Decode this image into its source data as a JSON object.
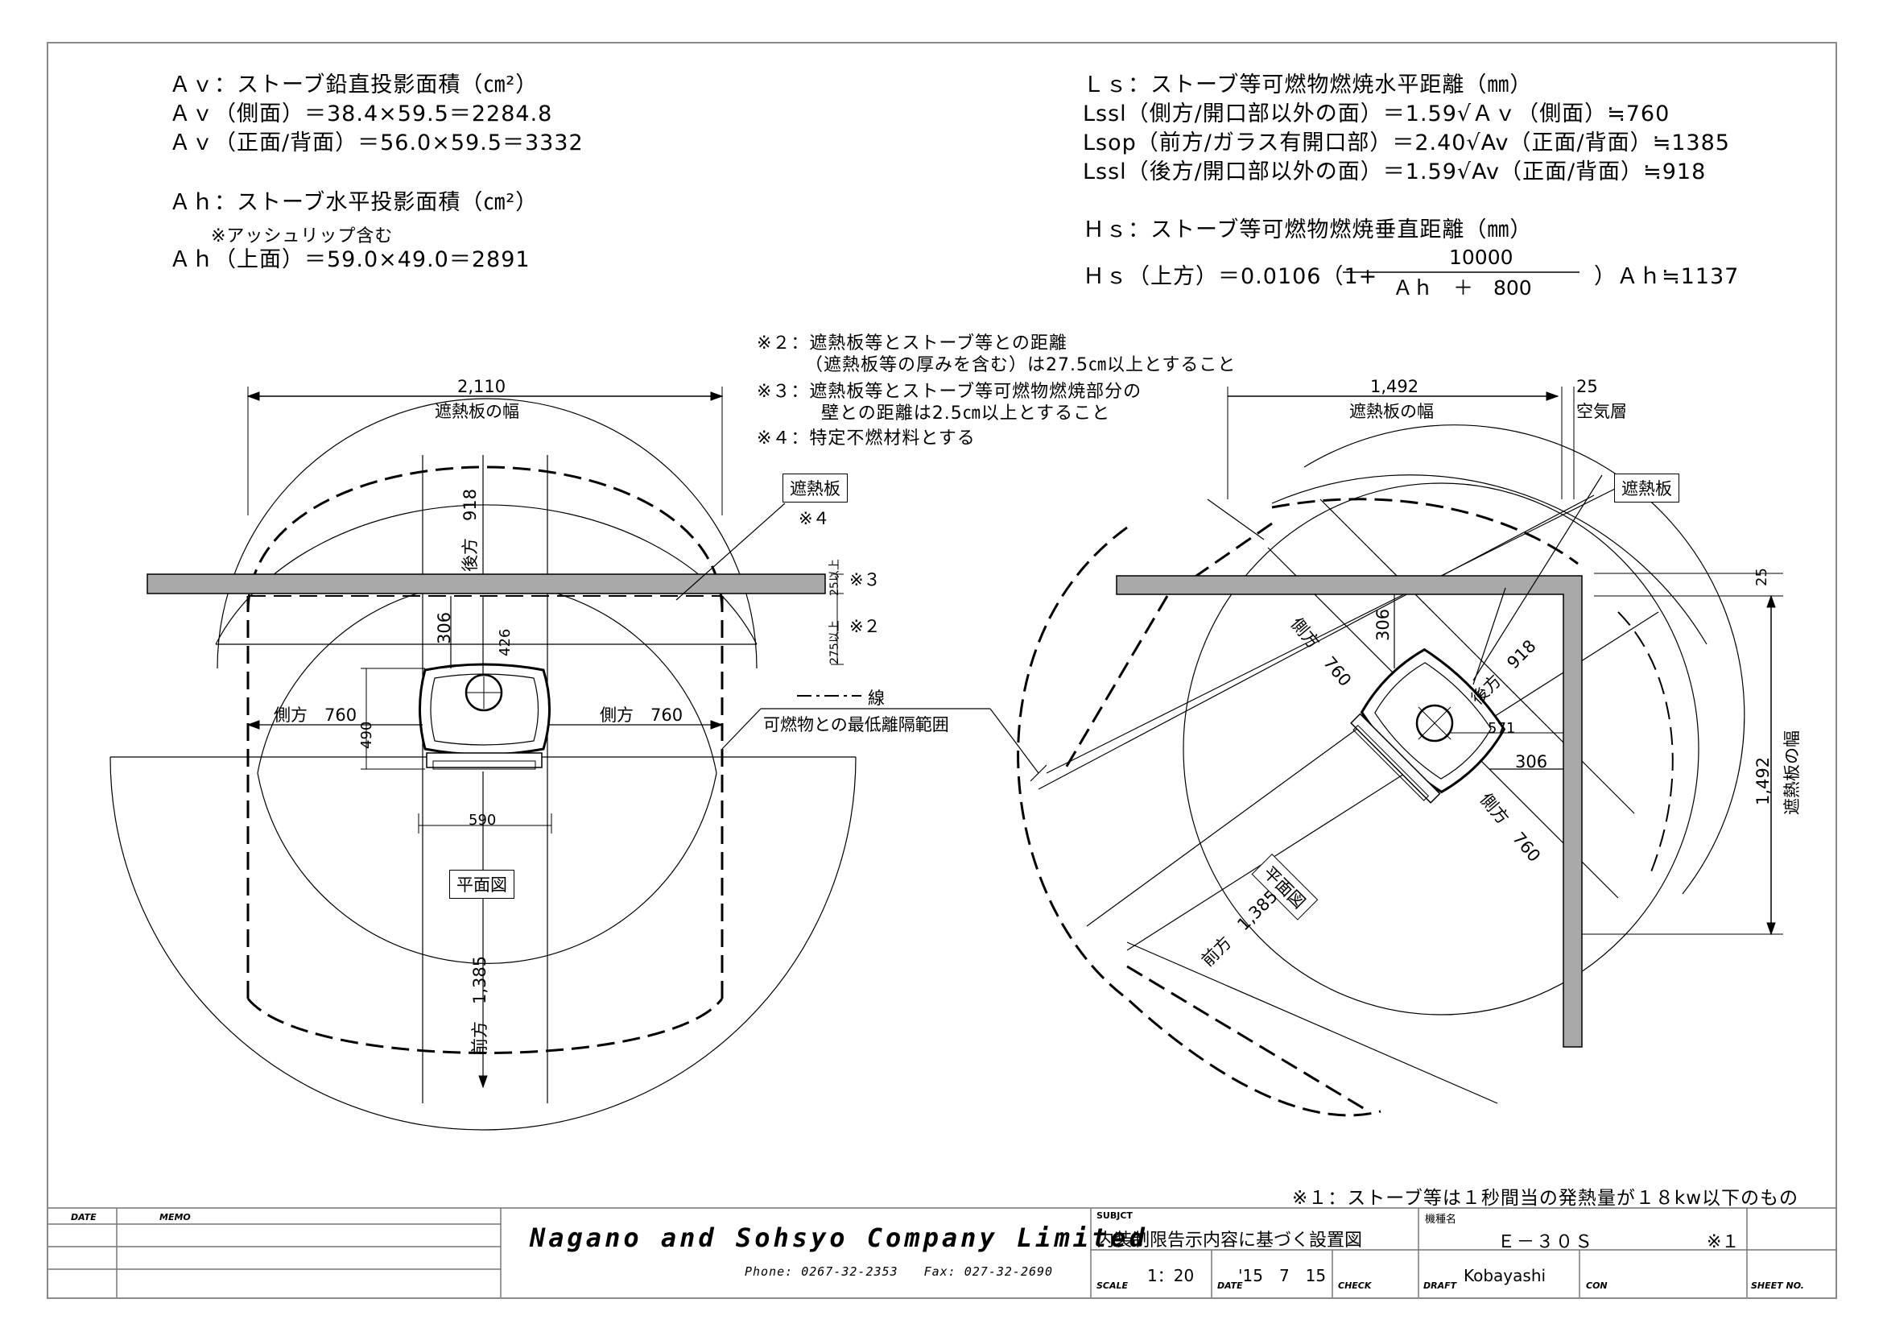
{
  "header_left": {
    "av_title": "Ａｖ：ストーブ鉛直投影面積（㎝²）",
    "av_side": "Ａｖ（側面）＝38.4×59.5＝2284.8",
    "av_front": "Ａｖ（正面/背面）＝56.0×59.5＝3332",
    "ah_title": "Ａｈ：ストーブ水平投影面積（㎝²）",
    "ah_note": "※アッシュリップ含む",
    "ah_top": "Ａｈ（上面）＝59.0×49.0＝2891"
  },
  "header_right": {
    "ls_title": "Ｌｓ：ストーブ等可燃物燃焼水平距離（㎜）",
    "lssl_side": "Lssl（側方/開口部以外の面）＝1.59√Ａｖ（側面）≒760",
    "lsop_front": "Lsop（前方/ガラス有開口部）＝2.40√Av（正面/背面）≒1385",
    "lssl_back": "Lssl（後方/開口部以外の面）＝1.59√Av（正面/背面）≒918",
    "hs_title": "Ｈｓ：ストーブ等可燃物燃焼垂直距離（㎜）",
    "hs_prefix": "Ｈｓ（上方）＝0.0106（1+",
    "hs_numerator": "10000",
    "hs_denominator": "Ａｈ　＋　800",
    "hs_suffix": "）Ａｈ≒1137"
  },
  "center_notes": {
    "n2_line1": "※２：遮熱板等とストーブ等との距離",
    "n2_line2": "（遮熱板等の厚みを含む）は27.5㎝以上とすること",
    "n3_line1": "※３：遮熱板等とストーブ等可燃物燃焼部分の",
    "n3_line2": "壁との距離は2.5㎝以上とすること",
    "n4": "※４：特定不燃材料とする"
  },
  "left_plan": {
    "width_value": "2,110",
    "width_label": "遮熱板の幅",
    "back_label": "後方　918",
    "dim_306": "306",
    "dim_426": "426",
    "side_left": "側方　760",
    "side_right": "側方　760",
    "dim_490": "490",
    "dim_590": "590",
    "plan_label": "平面図",
    "front_label": "前方　1,385",
    "shield_label": "遮熱板",
    "shield_note": "※４",
    "gap_25": "25以上",
    "gap_275": "275以上",
    "mark3": "※３",
    "mark2": "※２",
    "line_legend": "線",
    "range_label": "可燃物との最低離隔範囲"
  },
  "right_plan": {
    "width_value": "1,492",
    "width_label": "遮熱板の幅",
    "air_value": "25",
    "air_label": "空気層",
    "shield_label": "遮熱板",
    "right_25": "25",
    "right_width_value": "1,492",
    "right_width_label": "遮熱板の幅",
    "side_upper": "側方　760",
    "dim_306_a": "306",
    "back_label": "後方　918",
    "dim_571": "571",
    "dim_306_b": "306",
    "side_lower": "側方　760",
    "plan_label": "平面図",
    "front_label": "前方　1,385"
  },
  "footer_note": "※１：ストーブ等は１秒間当の発熱量が１８kw以下のもの",
  "title_block": {
    "date_label": "DATE",
    "memo_label": "MEMO",
    "company": "Nagano and Sohsyo Company Limited",
    "phone": "Phone: 0267-32-2353　　Fax: 027-32-2690",
    "subject_label": "SUBJCT",
    "subject": "内装制限告示内容に基づく設置図",
    "model_label": "機種名",
    "model": "Ｅ－３０Ｓ",
    "model_note": "※１",
    "scale_label": "SCALE",
    "scale": "1：20",
    "date2_label": "DATE",
    "date_value": "'15　7　15",
    "check_label": "CHECK",
    "draft_label": "DRAFT",
    "draft": "Kobayashi",
    "con_label": "CON",
    "sheet_label": "SHEET NO."
  },
  "colors": {
    "wall_fill": "#a9a9a9",
    "wall_stroke": "#000000",
    "line": "#000000",
    "thin": "#555555"
  }
}
